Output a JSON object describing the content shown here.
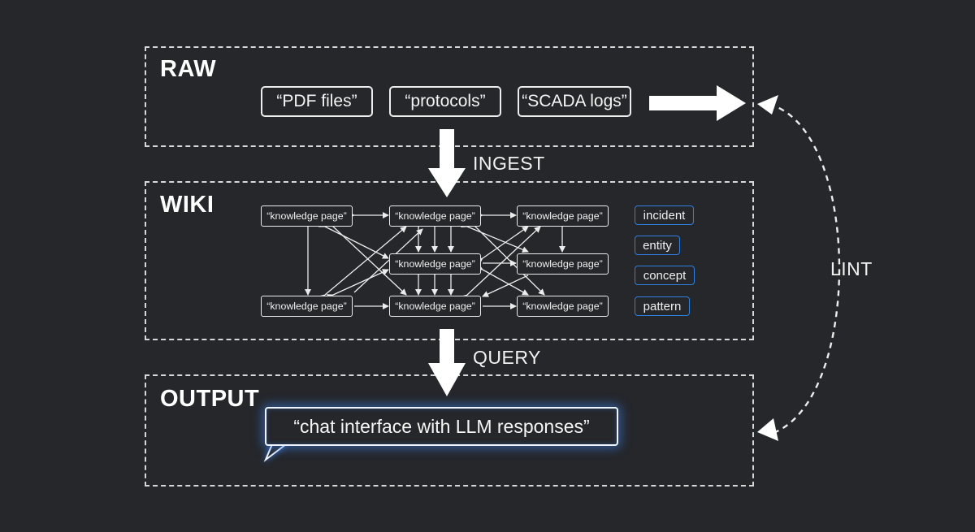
{
  "sections": {
    "raw": "RAW",
    "wiki": "WIKI",
    "output": "OUTPUT"
  },
  "raw_items": [
    "“PDF files”",
    "“protocols”",
    "“SCADA logs”"
  ],
  "knowledge_pages": [
    "“knowledge page”",
    "“knowledge page”",
    "“knowledge page”",
    "“knowledge page”",
    "“knowledge page”",
    "“knowledge page”",
    "“knowledge page”",
    "“knowledge page”"
  ],
  "tags": [
    "incident",
    "entity",
    "concept",
    "pattern"
  ],
  "flows": {
    "ingest": "INGEST",
    "query": "QUERY",
    "lint": "LINT"
  },
  "chat_text": "“chat interface with LLM responses”",
  "colors": {
    "background": "#25272b",
    "line": "#ececec",
    "tag_border": "#2f7fe0",
    "glow": "#3c82f0"
  }
}
